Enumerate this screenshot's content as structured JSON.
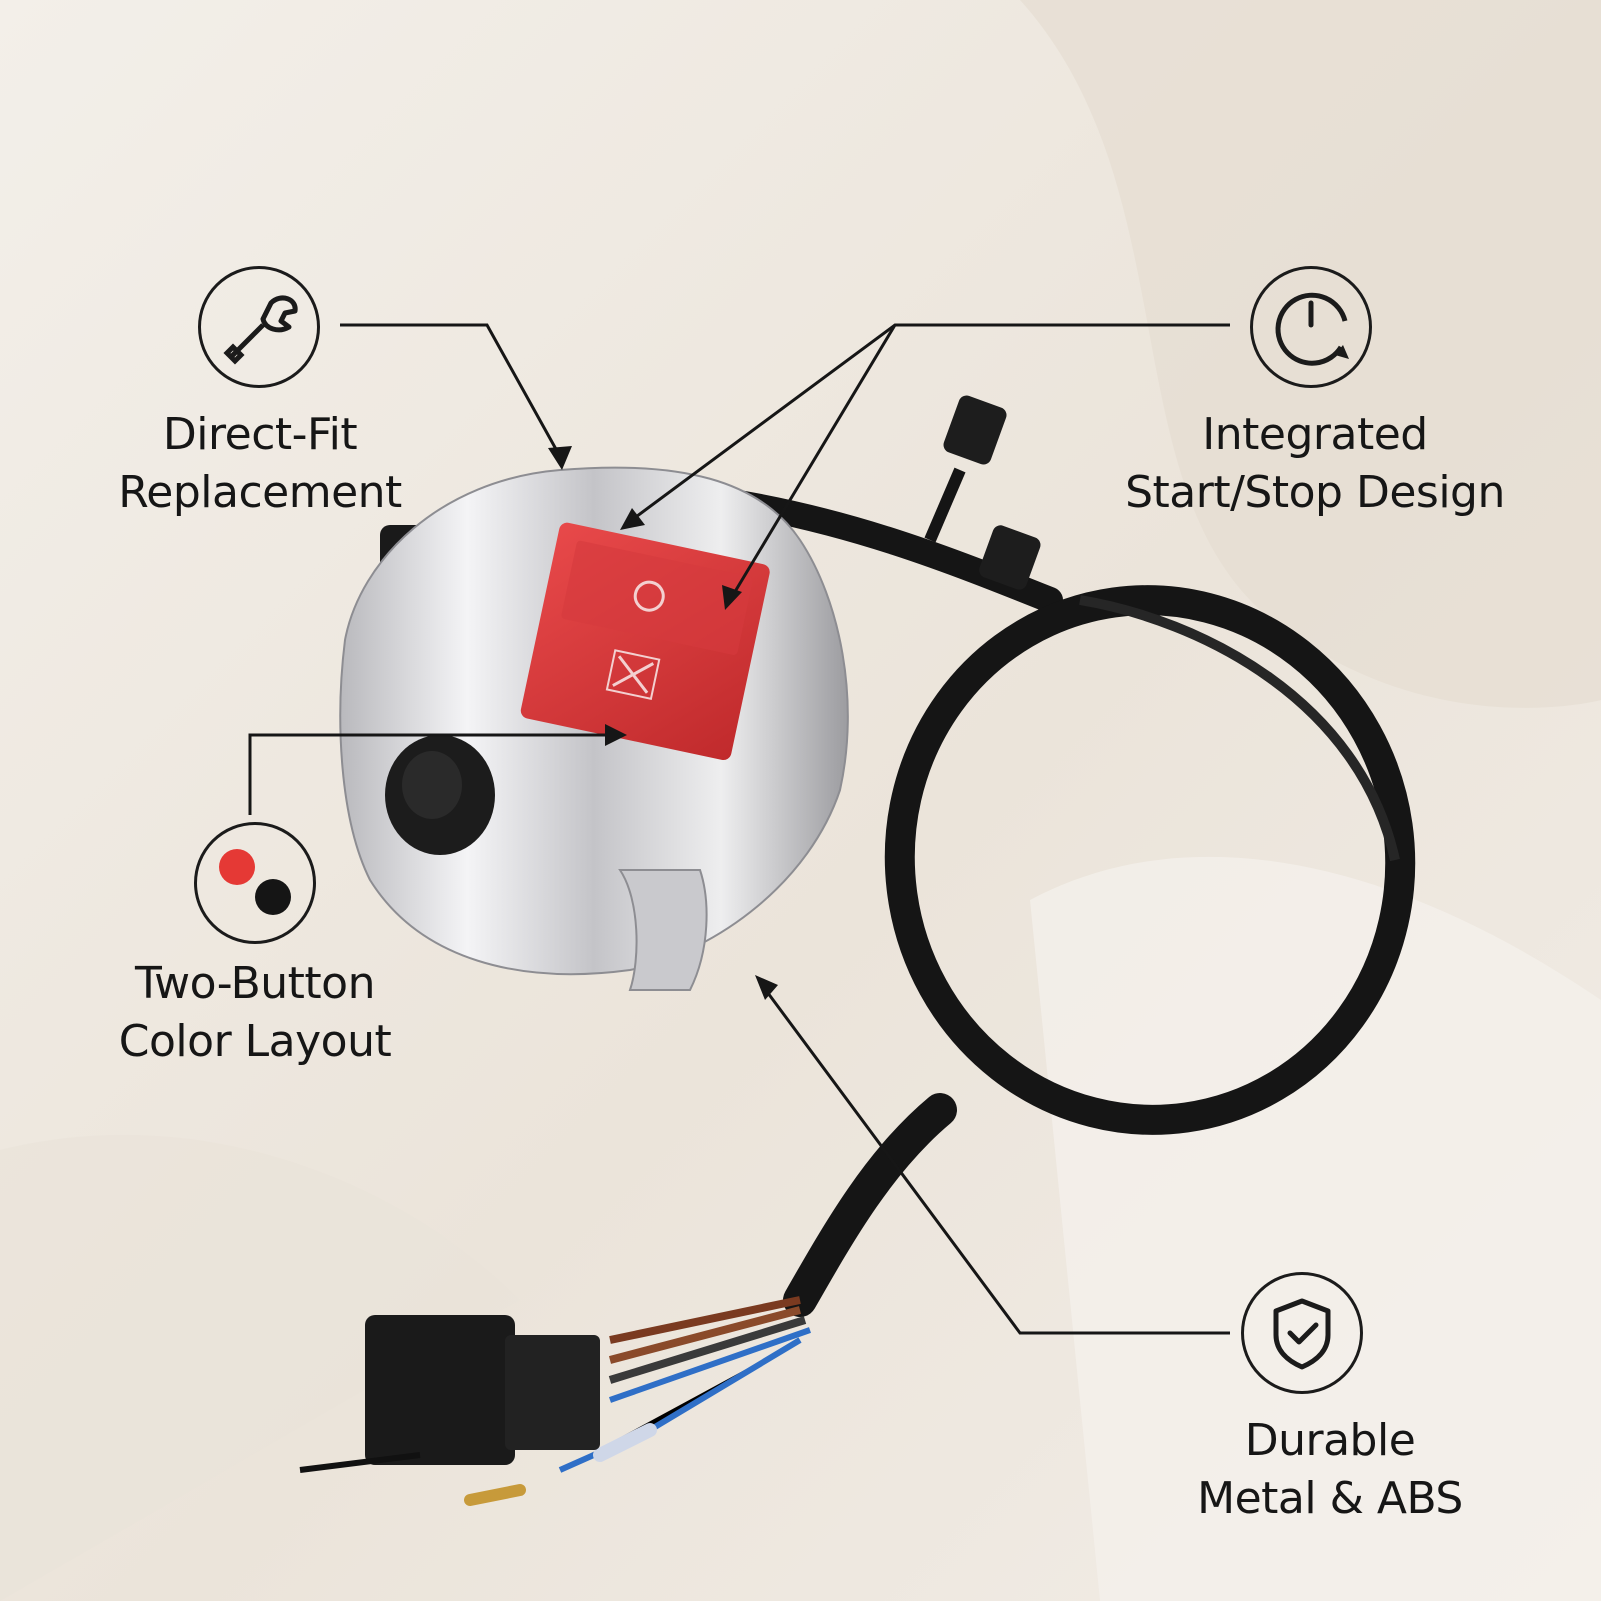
{
  "features": {
    "direct_fit": {
      "line1": "Direct-Fit",
      "line2": "Replacement",
      "icon": "wrench-icon"
    },
    "start_stop": {
      "line1": "Integrated",
      "line2": "Start/Stop Design",
      "icon": "power-dial-icon"
    },
    "two_button": {
      "line1": "Two-Button",
      "line2": "Color Layout",
      "icon": "red-black-dots-icon"
    },
    "durable": {
      "line1": "Durable",
      "line2": "Metal & ABS",
      "icon": "shield-check-icon"
    }
  },
  "colors": {
    "background": "#efe9e1",
    "ink": "#1b1b1b",
    "switch_red": "#d8383a",
    "chrome": "#d7d7da",
    "cable": "#151515"
  }
}
